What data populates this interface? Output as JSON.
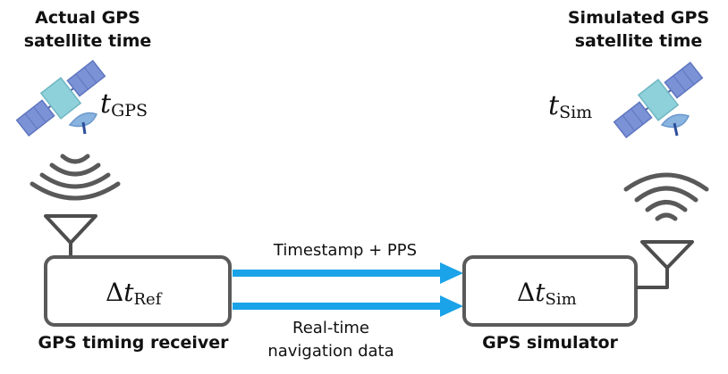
{
  "left_satellite": {
    "title_line1": "Actual GPS",
    "title_line2": "satellite time",
    "symbol": "t",
    "subscript": "GPS"
  },
  "right_satellite": {
    "title_line1": "Simulated GPS",
    "title_line2": "satellite time",
    "symbol": "t",
    "subscript": "Sim"
  },
  "receiver": {
    "delta": "Δ",
    "symbol": "t",
    "subscript": "Ref",
    "label": "GPS timing receiver"
  },
  "simulator": {
    "delta": "Δ",
    "symbol": "t",
    "subscript": "Sim",
    "label": "GPS simulator"
  },
  "links": {
    "top_label": "Timestamp + PPS",
    "bottom_label_line1": "Real-time",
    "bottom_label_line2": "navigation data"
  },
  "colors": {
    "arrow": "#1aa3e8",
    "box_stroke": "#5a5a5a",
    "antenna": "#4d4d4d",
    "wave": "#595959",
    "panel": "#7b92d6",
    "body": "#8fd1da",
    "dish": "#8ab4e0"
  },
  "icons": [
    "satellite-icon",
    "signal-waves-icon",
    "antenna-icon"
  ]
}
